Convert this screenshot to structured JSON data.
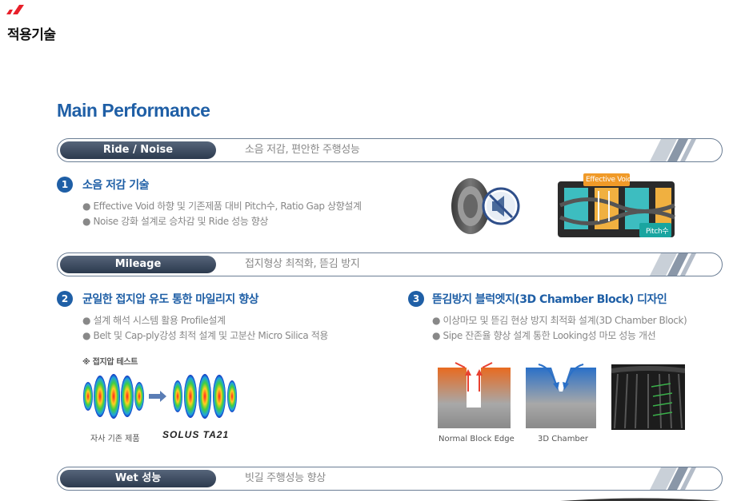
{
  "page": {
    "heading": "적용기술",
    "title": "Main Performance"
  },
  "sections": [
    {
      "label": "Ride / Noise",
      "subtitle": "소음 저감, 편안한 주행성능"
    },
    {
      "label": "Mileage",
      "subtitle": "접지형상 최적화, 뜯김 방지"
    },
    {
      "label": "Wet 성능",
      "subtitle": "빗길 주행성능 향상"
    }
  ],
  "items": [
    {
      "number": "1",
      "title": "소음 저감 기술",
      "bullets": [
        "● Effective Void 하향 및 기존제품 대비 Pitch수, Ratio Gap 상향설계",
        "● Noise 강화 설계로 승차감 및 Ride 성능 향상"
      ]
    },
    {
      "number": "2",
      "title": "균일한 접지압 유도 통한 마일리지 향상",
      "bullets": [
        "● 설계 해석 시스템 활용 Profile설계",
        "● Belt 및 Cap-ply강성 최적 설계 및 고분산 Micro Silica 적용"
      ]
    },
    {
      "number": "3",
      "title": "뜯김방지 블럭엣지(3D Chamber Block) 디자인",
      "bullets": [
        "● 이상마모 및 뜯김 현상 방지 최적화 설계(3D Chamber Block)",
        "● Sipe 잔존율 향상 설계 통한 Looking성 마모 성능 개선"
      ]
    }
  ],
  "figures": {
    "effective_void_label": "Effective Void",
    "pitch_label": "Pitch수",
    "pressure_test_label": "※ 접지압 테스트",
    "existing_product_caption": "자사 기존 제품",
    "brand_logo": "SOLUS TA21",
    "normal_block_caption": "Normal Block Edge",
    "chamber_caption": "3D Chamber"
  },
  "colors": {
    "accent": "#1f5fa6",
    "pill": "#3a4a60",
    "orange": "#f0a030",
    "teal": "#2aa8a0",
    "red_mark": "#e8202a"
  }
}
